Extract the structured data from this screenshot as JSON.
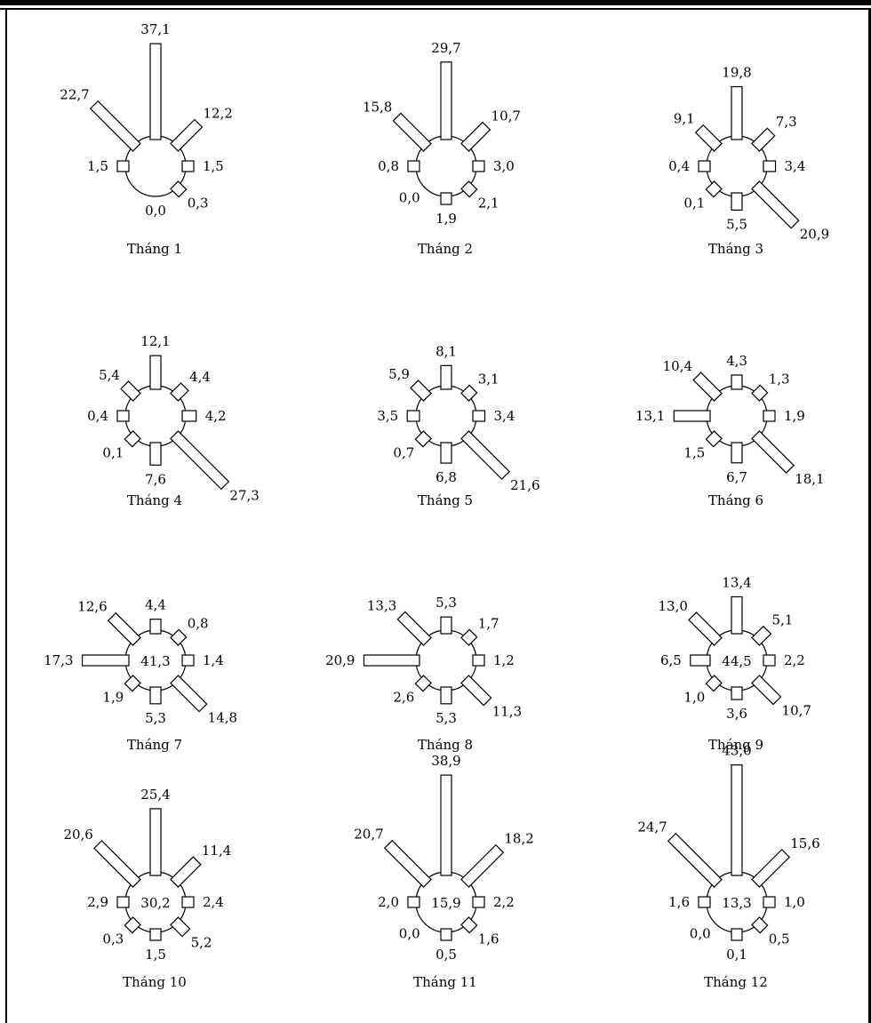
{
  "chart_data": [
    {
      "type": "wind-rose",
      "title": "Tháng 1",
      "center": "",
      "directions": [
        "N",
        "NE",
        "E",
        "SE",
        "S",
        "SW",
        "W",
        "NW"
      ],
      "values": [
        "37,1",
        "12,2",
        "1,5",
        "0,3",
        "0,0",
        "",
        "1,5",
        "22,7"
      ]
    },
    {
      "type": "wind-rose",
      "title": "Tháng 2",
      "center": "",
      "directions": [
        "N",
        "NE",
        "E",
        "SE",
        "S",
        "SW",
        "W",
        "NW"
      ],
      "values": [
        "29,7",
        "10,7",
        "3,0",
        "2,1",
        "1,9",
        "0,0",
        "0,8",
        "15,8"
      ]
    },
    {
      "type": "wind-rose",
      "title": "Tháng 3",
      "center": "",
      "directions": [
        "N",
        "NE",
        "E",
        "SE",
        "S",
        "SW",
        "W",
        "NW"
      ],
      "values": [
        "19,8",
        "7,3",
        "3,4",
        "20,9",
        "5,5",
        "0,1",
        "0,4",
        "9,1"
      ]
    },
    {
      "type": "wind-rose",
      "title": "Tháng 4",
      "center": "",
      "directions": [
        "N",
        "NE",
        "E",
        "SE",
        "S",
        "SW",
        "W",
        "NW"
      ],
      "values": [
        "12,1",
        "4,4",
        "4,2",
        "27,3",
        "7,6",
        "0,1",
        "0,4",
        "5,4"
      ]
    },
    {
      "type": "wind-rose",
      "title": "Tháng 5",
      "center": "",
      "directions": [
        "N",
        "NE",
        "E",
        "SE",
        "S",
        "SW",
        "W",
        "NW"
      ],
      "values": [
        "8,1",
        "3,1",
        "3,4",
        "21,6",
        "6,8",
        "0,7",
        "3,5",
        "5,9"
      ]
    },
    {
      "type": "wind-rose",
      "title": "Tháng 6",
      "center": "",
      "directions": [
        "N",
        "NE",
        "E",
        "SE",
        "S",
        "SW",
        "W",
        "NW"
      ],
      "values": [
        "4,3",
        "1,3",
        "1,9",
        "18,1",
        "6,7",
        "1,5",
        "13,1",
        "10,4"
      ]
    },
    {
      "type": "wind-rose",
      "title": "Tháng 7",
      "center": "41,3",
      "directions": [
        "N",
        "NE",
        "E",
        "SE",
        "S",
        "SW",
        "W",
        "NW"
      ],
      "values": [
        "4,4",
        "0,8",
        "1,4",
        "14,8",
        "5,3",
        "1,9",
        "17,3",
        "12,6"
      ]
    },
    {
      "type": "wind-rose",
      "title": "Tháng 8",
      "center": "",
      "directions": [
        "N",
        "NE",
        "E",
        "SE",
        "S",
        "SW",
        "W",
        "NW"
      ],
      "values": [
        "5,3",
        "1,7",
        "1,2",
        "11,3",
        "5,3",
        "2,6",
        "20,9",
        "13,3"
      ]
    },
    {
      "type": "wind-rose",
      "title": "Tháng 9",
      "center": "44,5",
      "directions": [
        "N",
        "NE",
        "E",
        "SE",
        "S",
        "SW",
        "W",
        "NW"
      ],
      "values": [
        "13,4",
        "5,1",
        "2,2",
        "10,7",
        "3,6",
        "1,0",
        "6,5",
        "13,0"
      ]
    },
    {
      "type": "wind-rose",
      "title": "Tháng 10",
      "center": "30,2",
      "directions": [
        "N",
        "NE",
        "E",
        "SE",
        "S",
        "SW",
        "W",
        "NW"
      ],
      "values": [
        "25,4",
        "11,4",
        "2,4",
        "5,2",
        "1,5",
        "0,3",
        "2,9",
        "20,6"
      ]
    },
    {
      "type": "wind-rose",
      "title": "Tháng 11",
      "center": "15,9",
      "directions": [
        "N",
        "NE",
        "E",
        "SE",
        "S",
        "SW",
        "W",
        "NW"
      ],
      "values": [
        "38,9",
        "18,2",
        "2,2",
        "1,6",
        "0,5",
        "0,0",
        "2,0",
        "20,7"
      ]
    },
    {
      "type": "wind-rose",
      "title": "Tháng 12",
      "center": "13,3",
      "directions": [
        "N",
        "NE",
        "E",
        "SE",
        "S",
        "SW",
        "W",
        "NW"
      ],
      "values": [
        "43,0",
        "15,6",
        "1,0",
        "0,5",
        "0,1",
        "0,0",
        "1,6",
        "24,7"
      ]
    }
  ]
}
